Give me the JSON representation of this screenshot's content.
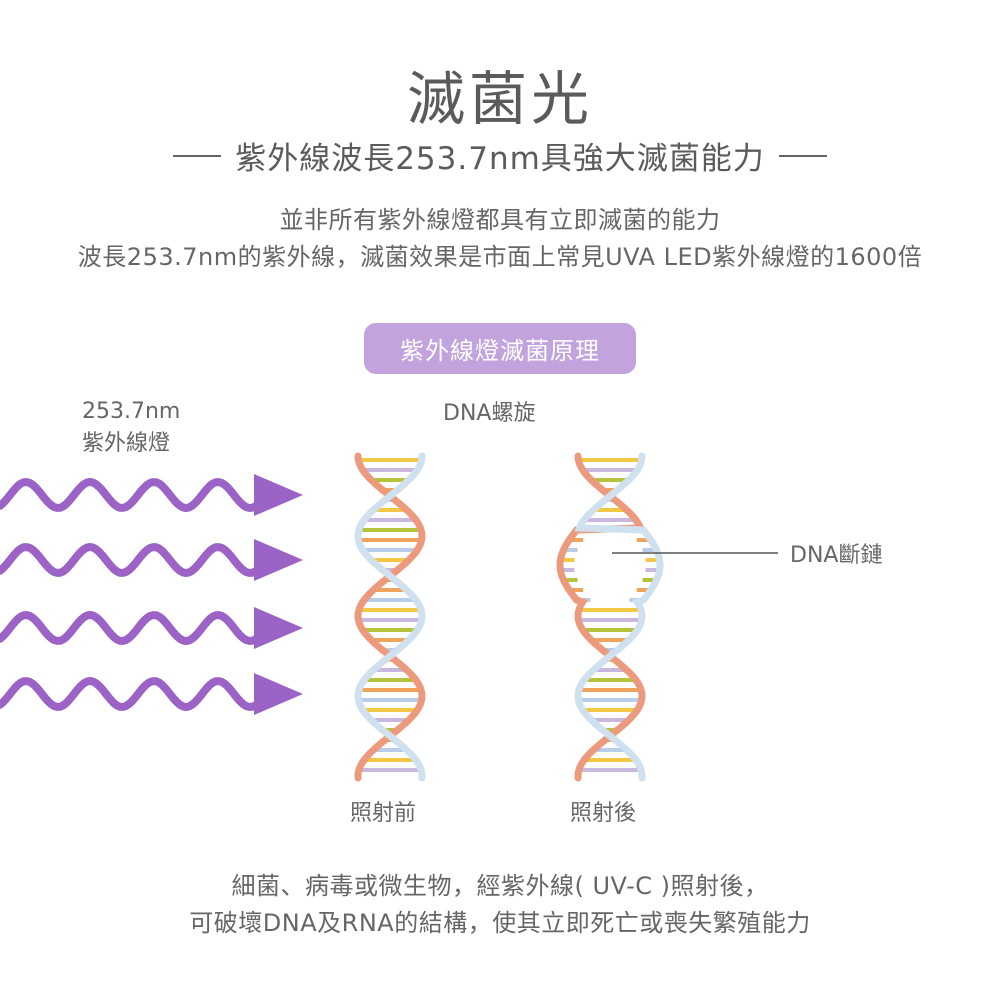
{
  "title": "滅菌光",
  "subtitle": "紫外線波長253.7nm具強大滅菌能力",
  "description": [
    "並非所有紫外線燈都具有立即滅菌的能力",
    "波長253.7nm的紫外線，滅菌效果是市面上常見UVA LED紫外線燈的1600倍"
  ],
  "section_pill": "紫外線燈滅菌原理",
  "uv_label": [
    "253.7nm",
    "紫外線燈"
  ],
  "dna_helix_label": "DNA螺旋",
  "dna_break_label": "DNA斷鏈",
  "before_label": "照射前",
  "after_label": "照射後",
  "footer": [
    "細菌、病毒或微生物，經紫外線( UV-C )照射後，",
    "可破壞DNA及RNA的結構，使其立即死亡或喪失繁殖能力"
  ],
  "colors": {
    "wave": "#9b63c6",
    "pill": "#c2a3dd",
    "strand_blue": "#cfe0ef",
    "strand_orange": "#ec9a7d",
    "rungs": [
      "#f2c744",
      "#c9b7e0",
      "#b6c33a",
      "#f0a35b",
      "#b7cdea"
    ]
  }
}
